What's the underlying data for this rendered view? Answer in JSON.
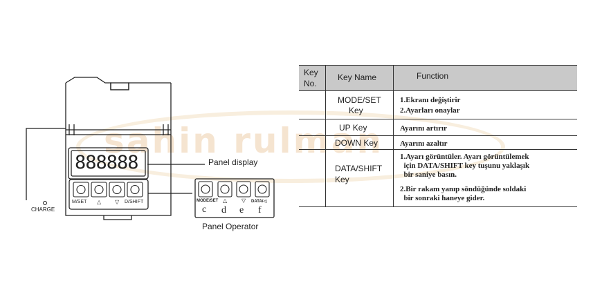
{
  "watermark": "sahin rulman",
  "device": {
    "panel_display_label": "Panel display",
    "panel_operator_label": "Panel Operator",
    "charge_label": "CHARGE",
    "display_digits": "888888",
    "device_keys": [
      "M/SET",
      "△",
      "▽",
      "D/SHIFT"
    ],
    "operator_keys": [
      "MODE/SET",
      "△",
      "▽",
      "DATA/◁"
    ],
    "operator_letters": [
      "c",
      "d",
      "e",
      "f"
    ]
  },
  "table": {
    "headers": {
      "key_no_line1": "Key",
      "key_no_line2": "No.",
      "key_name": "Key Name",
      "function": "Function"
    },
    "rows": [
      {
        "key_name": [
          "MODE/SET",
          "Key"
        ],
        "function": [
          "1.Ekranı değiştirir",
          "2.Ayarları onaylar"
        ]
      },
      {
        "key_name": [
          "UP Key"
        ],
        "function": [
          "Ayarını artırır"
        ]
      },
      {
        "key_name": [
          "DOWN Key"
        ],
        "function": [
          "Ayarını azaltır"
        ]
      },
      {
        "key_name": [
          "DATA/SHIFT",
          "Key"
        ],
        "function": [
          "1.Ayarı görüntüler. Ayarı görüntülemek",
          "  için DATA/SHIFT key tuşunu yaklaşık",
          "  bir saniye basın.",
          "2.Bir rakam yanıp söndüğünde soldaki",
          "  bir sonraki haneye gider."
        ]
      }
    ]
  }
}
